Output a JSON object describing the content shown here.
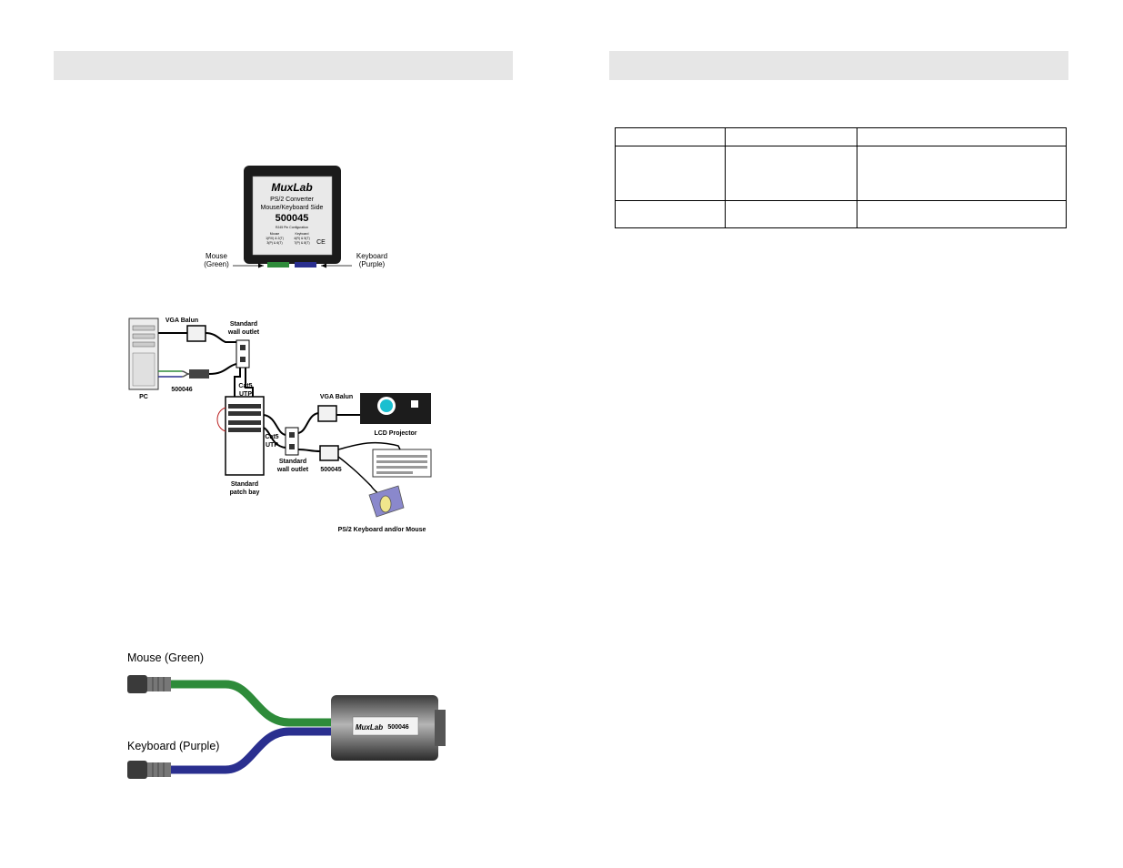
{
  "colors": {
    "header_bar": "#e6e6e6",
    "mouse_cable": "#2e8b3a",
    "keyboard_cable": "#2a2f8f",
    "brand": "#1d2f7a"
  },
  "figure1": {
    "brand": "MuxLab",
    "product_line1": "PS/2 Converter",
    "product_line2": "Mouse/Keyboard Side",
    "model": "500045",
    "pin_note": "RJ45 Pin Configuration",
    "mouse_pins1": "Mouse",
    "mouse_pins2": "1(RX) & 2(T)",
    "mouse_pins3": "3(P) & 6(T)",
    "kbd_pins1": "Keyboard",
    "kbd_pins2": "4(R) & 5(T)",
    "kbd_pins3": "7(P) & 8(T)",
    "ce_mark": "CE",
    "mouse_label1": "Mouse",
    "mouse_label2": "(Green)",
    "keyboard_label1": "Keyboard",
    "keyboard_label2": "(Purple)"
  },
  "figure2": {
    "vga_balun_top": "VGA Balun",
    "wall_outlet_top1": "Standard",
    "wall_outlet_top2": "wall outlet",
    "model_pc_side": "500046",
    "pc": "PC",
    "cat5_top1": "Cat5",
    "cat5_top2": "UTP",
    "vga_balun_bottom": "VGA Balun",
    "lcd_projector": "LCD Projector",
    "cat5_mid1": "Cat5",
    "cat5_mid2": "UTP",
    "wall_outlet_bottom1": "Standard",
    "wall_outlet_bottom2": "wall outlet",
    "model_device_side": "500045",
    "patch_bay1": "Standard",
    "patch_bay2": "patch bay",
    "ps2_devices": "PS/2 Keyboard and/or Mouse"
  },
  "figure3": {
    "mouse_label": "Mouse (Green)",
    "keyboard_label": "Keyboard (Purple)",
    "brand": "MuxLab",
    "model": "500046"
  }
}
